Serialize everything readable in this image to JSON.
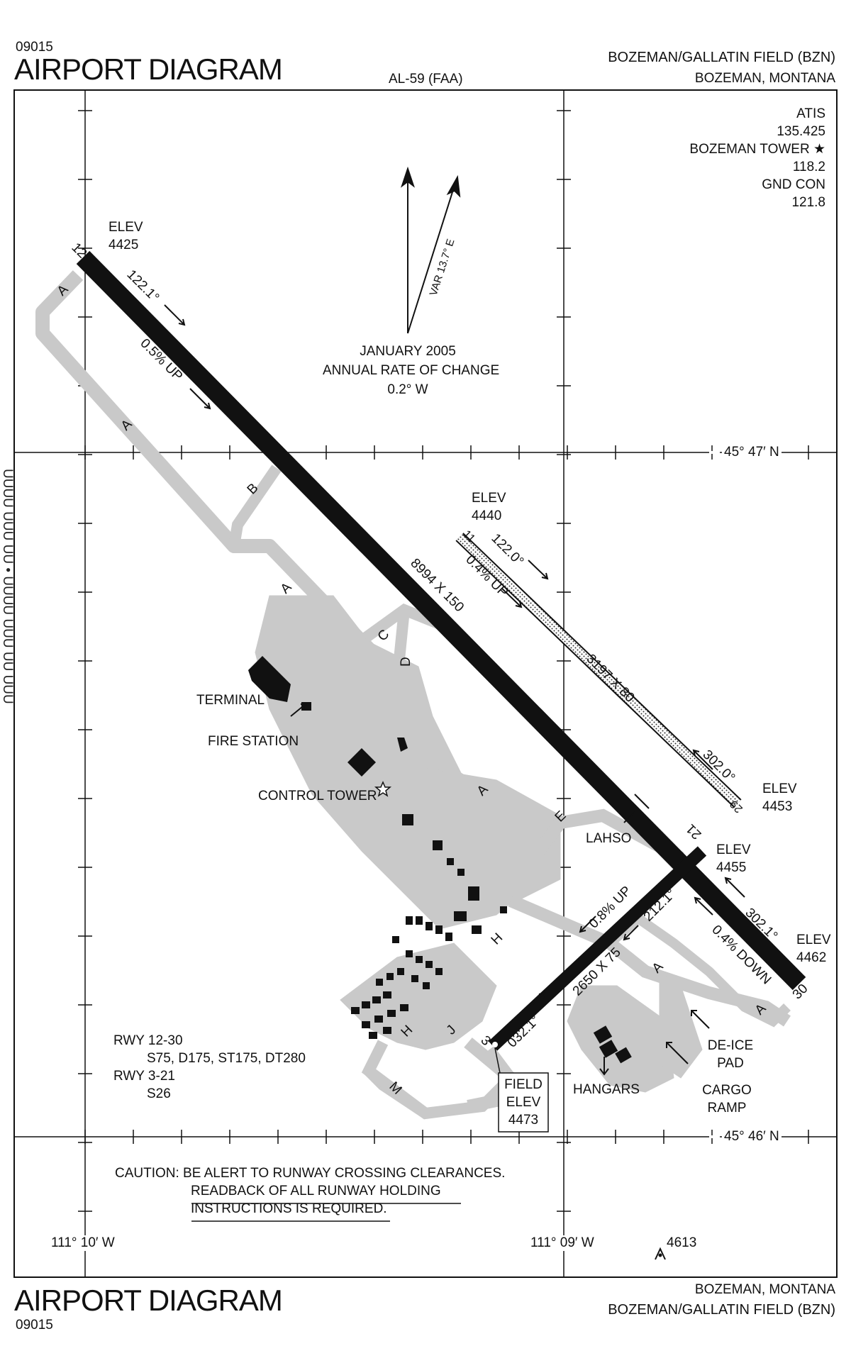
{
  "header": {
    "chart_number": "09015",
    "title": "AIRPORT DIAGRAM",
    "procedure_id": "AL-59 (FAA)",
    "airport_name": "BOZEMAN/GALLATIN FIELD (BZN)",
    "city_state": "BOZEMAN, MONTANA"
  },
  "footer": {
    "title": "AIRPORT DIAGRAM",
    "chart_number": "09015",
    "city_state": "BOZEMAN, MONTANA",
    "airport_name": "BOZEMAN/GALLATIN FIELD (BZN)"
  },
  "side_text": "UUUU UUU UU • UUUU UUU UU UUU",
  "frequencies": {
    "atis_label": "ATIS",
    "atis_freq": "135.425",
    "tower_label": "BOZEMAN TOWER ★",
    "tower_freq": "118.2",
    "gnd_label": "GND CON",
    "gnd_freq": "121.8"
  },
  "magnetic": {
    "var_label": "VAR 13.7° E",
    "date": "JANUARY 2005",
    "rate_label": "ANNUAL RATE OF CHANGE",
    "rate_value": "0.2° W"
  },
  "coordinates": {
    "lat_north": "45° 47′ N",
    "lat_south": "45° 46′ N",
    "lon_west": "111° 10′ W",
    "lon_east": "111° 09′ W"
  },
  "runways": {
    "rwy12_30": {
      "end_12": "12",
      "end_30": "30",
      "dims": "8994 X 150",
      "heading_12": "122.1°",
      "heading_30": "302.1°",
      "grade_12": "0.5% UP",
      "grade_30": "0.4% DOWN",
      "elev_12_label": "ELEV",
      "elev_12": "4425",
      "elev_30_label": "ELEV",
      "elev_30": "4462"
    },
    "rwy11_29": {
      "end_11": "11",
      "end_29": "29",
      "dims": "3197 X 80",
      "heading_11": "122.0°",
      "heading_29": "302.0°",
      "grade_11": "0.4% UP",
      "elev_11_label": "ELEV",
      "elev_11": "4440",
      "elev_29_label": "ELEV",
      "elev_29": "4453"
    },
    "rwy3_21": {
      "end_3": "3",
      "end_21": "21",
      "dims": "2650 X 75",
      "heading_3": "032.1°",
      "heading_21": "212.1°",
      "grade_3": "0.8% UP",
      "elev_21_label": "ELEV",
      "elev_21": "4455"
    }
  },
  "taxiways": {
    "a1": "A",
    "a2": "A",
    "a3": "A",
    "a4": "A",
    "a5": "A",
    "a6": "A",
    "b": "B",
    "c": "C",
    "d": "D",
    "e": "E",
    "h1": "H",
    "h2": "H",
    "j": "J",
    "m": "M"
  },
  "labels": {
    "terminal": "TERMINAL",
    "fire_station": "FIRE STATION",
    "control_tower": "CONTROL TOWER",
    "lahso": "LAHSO",
    "deice_1": "DE-ICE",
    "deice_2": "PAD",
    "hangars": "HANGARS",
    "cargo_1": "CARGO",
    "cargo_2": "RAMP",
    "field_1": "FIELD",
    "field_2": "ELEV",
    "field_3": "4473",
    "obstacle": "4613"
  },
  "strength": {
    "rwy1": "RWY 12-30",
    "rwy1_vals": "S75, D175, ST175, DT280",
    "rwy2": "RWY 3-21",
    "rwy2_vals": "S26"
  },
  "caution": {
    "line1": "CAUTION: BE ALERT TO RUNWAY CROSSING CLEARANCES.",
    "line2": "READBACK OF ALL RUNWAY HOLDING",
    "line3": "INSTRUCTIONS IS REQUIRED."
  }
}
